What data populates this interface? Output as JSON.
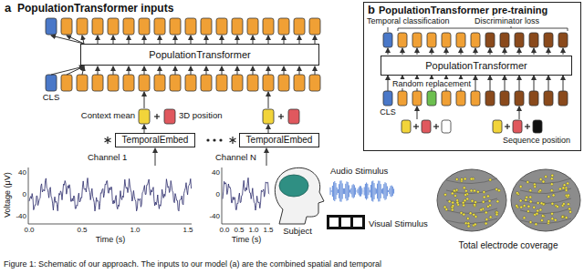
{
  "diagram": {
    "caption": "Figure 1: Schematic of our approach. The inputs to our model (a) are the combined spatial and temporal",
    "nodes": [
      {
        "text": [
          "PopulationTransformer"
        ]
      },
      {
        "text": [
          "TemporalEmbed"
        ]
      },
      {
        "text": [
          "TemporalEmbed"
        ]
      },
      {
        "text": [
          "b",
          "PopulationTransformer pre-training"
        ]
      },
      {
        "text": [
          "PopulationTransformer"
        ],
        "in": 3
      }
    ],
    "labels": [
      "a",
      "PopulationTransformer inputs",
      "CLS",
      "Context mean",
      "3D position",
      "Channel 1",
      "Channel N",
      "Voltage (μV)",
      "40",
      "0",
      "-40",
      "0.0",
      "0.5",
      "1.0",
      "1.5",
      "Time (s)",
      "40",
      "0",
      "-40",
      "0.0",
      "0.5",
      "1.0",
      "1.5",
      "Time (s)",
      "Subject",
      "Audio Stimulus",
      "Visual Stimulus",
      "Total electrode coverage",
      "CLS",
      "Temporal classification",
      "Discriminator loss",
      "Random replacement",
      "Sequence position"
    ]
  }
}
